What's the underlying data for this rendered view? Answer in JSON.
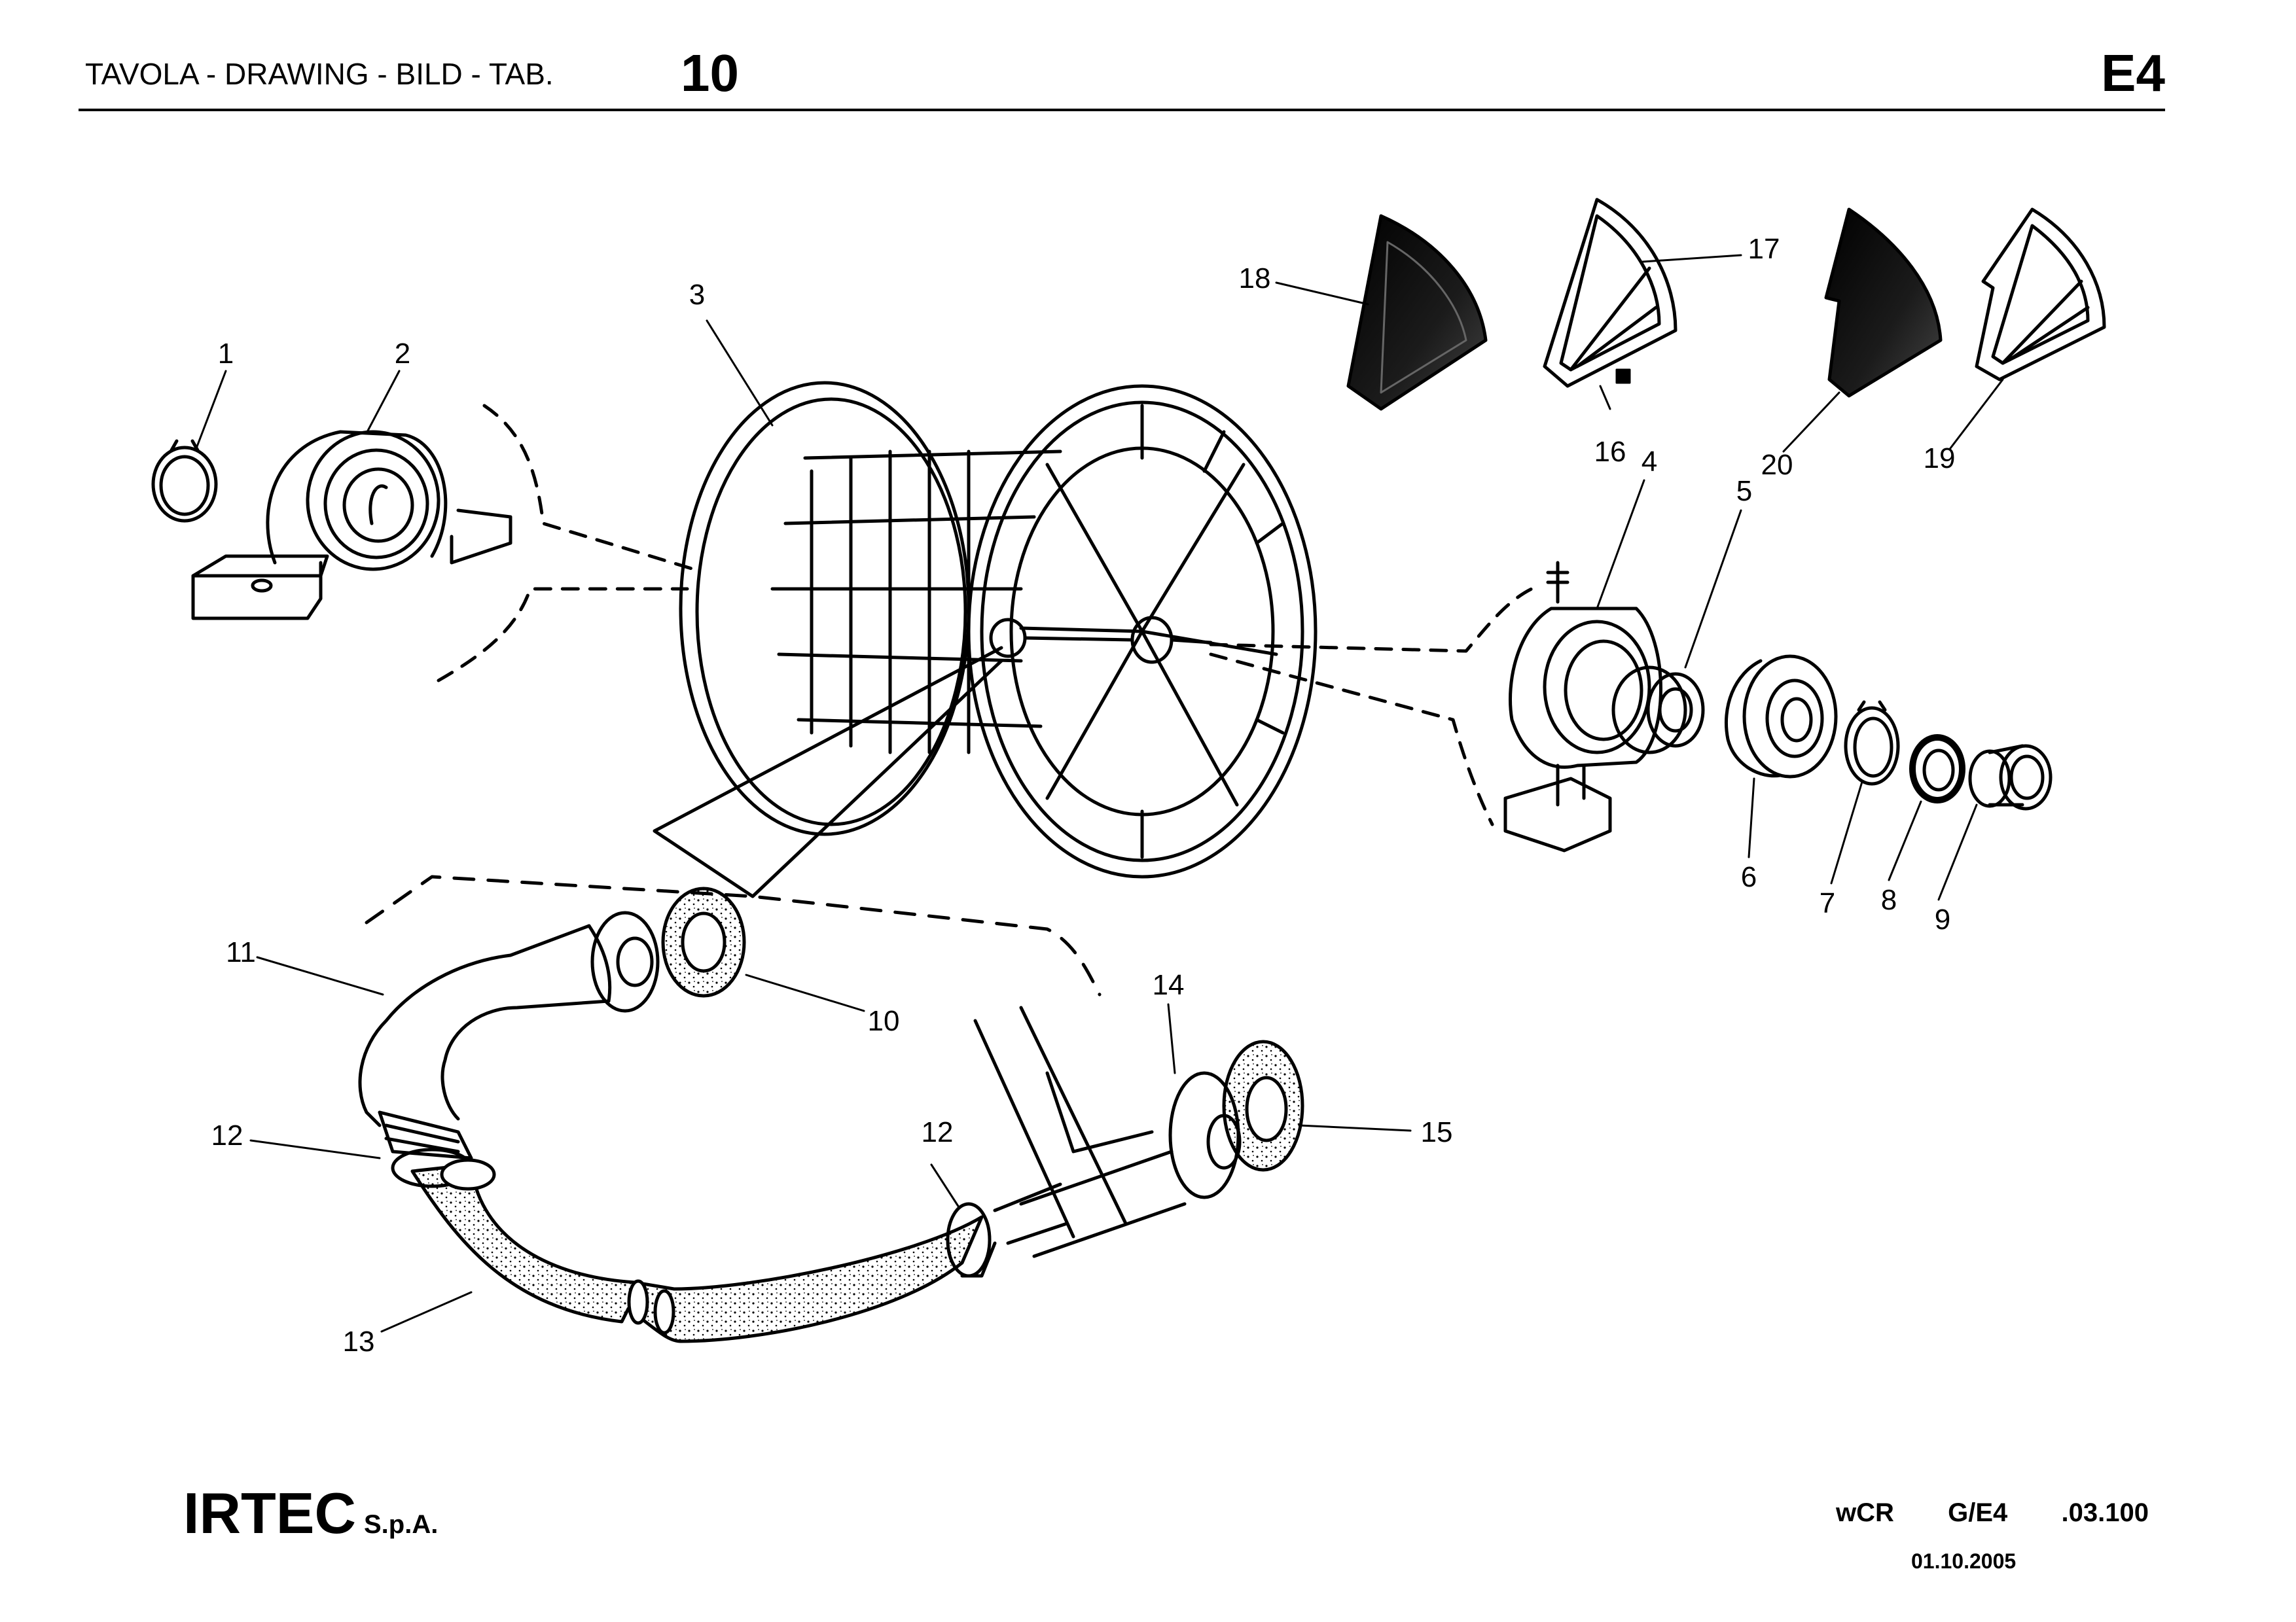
{
  "header": {
    "label": "TAVOLA - DRAWING - BILD - TAB.",
    "table_number": "10",
    "section_code": "E4"
  },
  "callouts": [
    "1",
    "2",
    "3",
    "4",
    "5",
    "6",
    "7",
    "8",
    "9",
    "10",
    "11",
    "12",
    "12",
    "13",
    "14",
    "15",
    "16",
    "17",
    "18",
    "19",
    "20"
  ],
  "footer": {
    "company": "IRTEC",
    "company_suffix": "S.p.A.",
    "doc_code": "wCR  G/E4  .03.100",
    "date": "01.10.2005"
  }
}
